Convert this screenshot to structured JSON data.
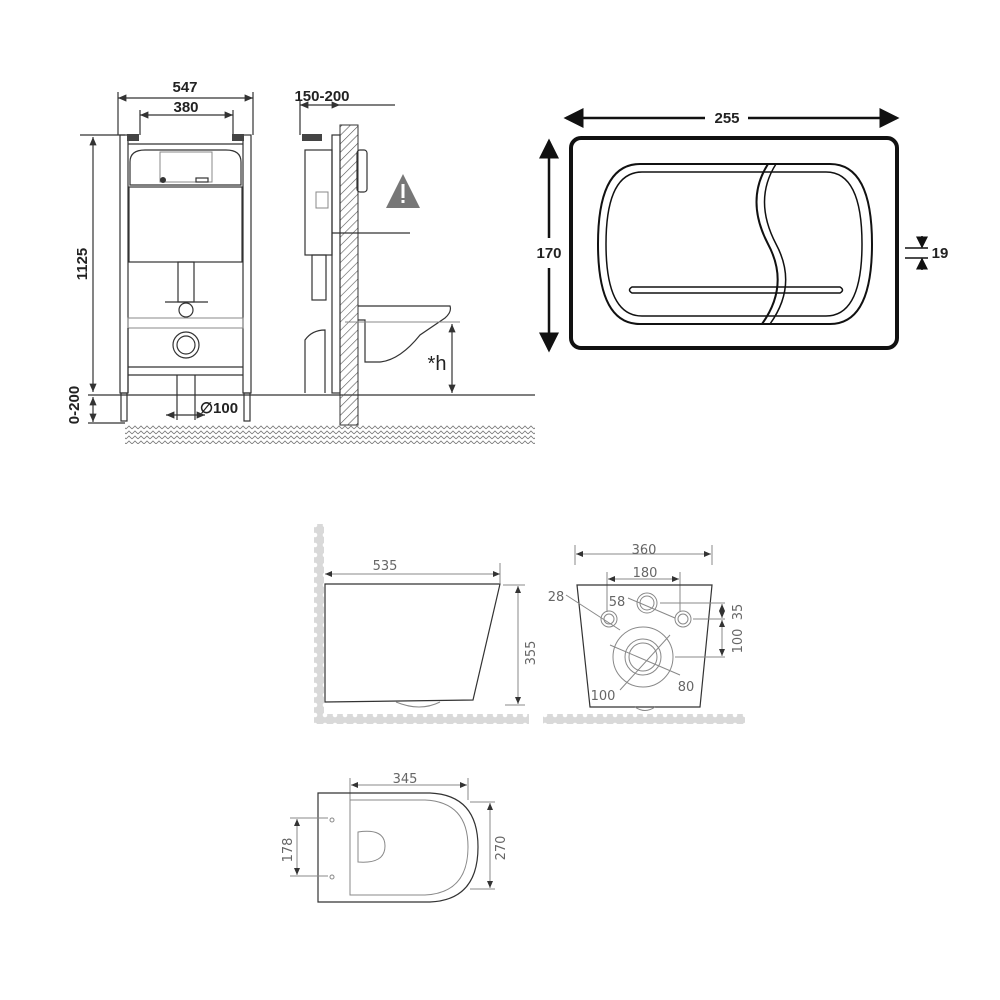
{
  "installation_frame": {
    "width_outer": "547",
    "width_bracket": "380",
    "height": "1125",
    "floor_adjust": "0-200",
    "pipe_diameter": "∅100",
    "wall_distance": "150-200",
    "bowl_height": "*h",
    "warning_icon": "warning-triangle-icon"
  },
  "flush_plate": {
    "width": "255",
    "height": "170",
    "depth": "19"
  },
  "toilet_side": {
    "length": "535",
    "height": "355"
  },
  "toilet_back": {
    "width": "360",
    "bolt_spacing": "180",
    "bolt_hole": "28",
    "water_inlet": "58",
    "inlet_offset": "35",
    "outlet_offset": "100",
    "outlet_outer": "100",
    "outlet_inner": "80"
  },
  "toilet_top": {
    "length": "345",
    "hole_spacing": "178",
    "width": "270"
  }
}
